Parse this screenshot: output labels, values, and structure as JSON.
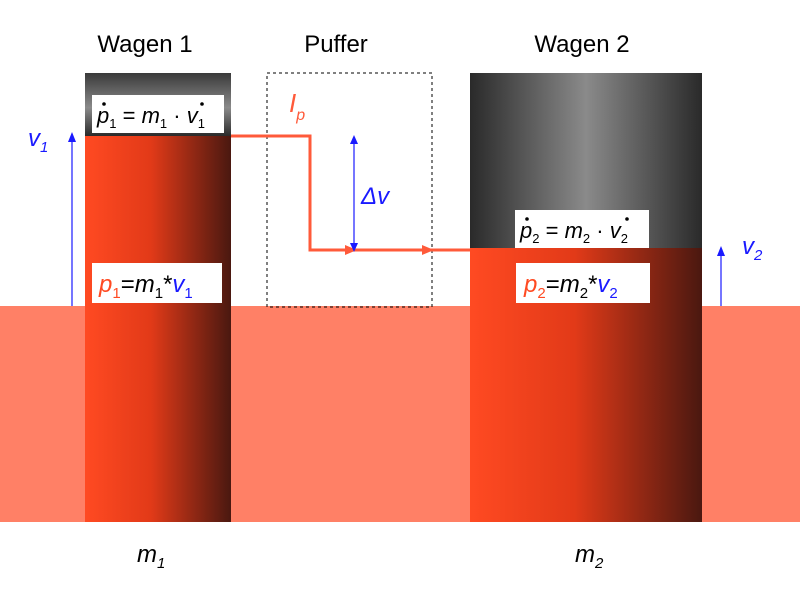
{
  "labels": {
    "wagon1": "Wagen 1",
    "buffer": "Puffer",
    "wagon2": "Wagen 2"
  },
  "mass1": {
    "base": "m",
    "sub": "1"
  },
  "mass2": {
    "base": "m",
    "sub": "2"
  },
  "velocity1": {
    "base": "v",
    "sub": "1"
  },
  "velocity2": {
    "base": "v",
    "sub": "2"
  },
  "momentum_current": {
    "base": "I",
    "sub": "p"
  },
  "delta_v": {
    "delta": "Δ",
    "base": "v"
  },
  "formula_rate1": {
    "p": "p",
    "p_sub": "1",
    "eq": " = ",
    "m": "m",
    "m_sub": "1",
    "dot": " · ",
    "v": "v",
    "v_sub": "1"
  },
  "formula_rate2": {
    "p": "p",
    "p_sub": "2",
    "eq": " = ",
    "m": "m",
    "m_sub": "2",
    "dot": " · ",
    "v": "v",
    "v_sub": "2"
  },
  "formula_p1": {
    "p": "p",
    "p_sub": "1",
    "eq": "=",
    "m": "m",
    "m_sub": "1",
    "star": "*",
    "v": "v",
    "v_sub": "1"
  },
  "formula_p2": {
    "p": "p",
    "p_sub": "2",
    "eq": "=",
    "m": "m",
    "m_sub": "2",
    "star": "*",
    "v": "v",
    "v_sub": "2"
  },
  "colors": {
    "ground": "#ff8066",
    "column_fill_light": "#ff4a22",
    "column_fill_dark": "#5a1a10",
    "top_dark": "#2a2a2a",
    "top_light": "#7a7a7a",
    "flow_arrow": "#ff5a3a",
    "momentum_red": "#ff4a22",
    "velocity_blue": "#1a1aff",
    "text": "#000000"
  }
}
